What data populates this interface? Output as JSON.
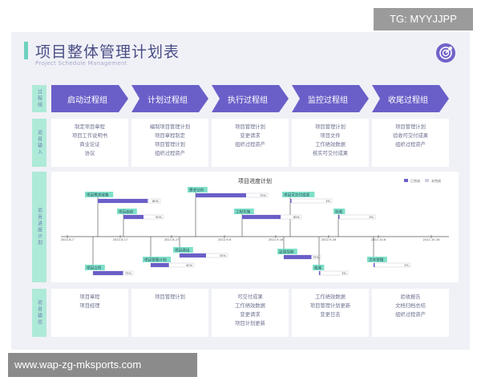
{
  "title": "项目整体管理计划表",
  "subtitle": "Project Schedule Management",
  "overlay_tag": "TG: MYYJJPP",
  "overlay_url": "www.wap-zg-mksports.com",
  "row_labels": [
    "过程组",
    "项目输入",
    "项目进度计划",
    "项目输出"
  ],
  "phases": [
    "启动过程组",
    "计划过程组",
    "执行过程组",
    "监控过程组",
    "收尾过程组"
  ],
  "inputs": [
    [
      "制定项目章程",
      "项目工作说明书",
      "商业论证",
      "协议"
    ],
    [
      "编制项目管理计划",
      "项目章程制定",
      "项目管理计划",
      "组织过程资产"
    ],
    [
      "项目管理计划",
      "变更请求",
      "组织过程资产"
    ],
    [
      "项目管理计划",
      "项目文件",
      "工作绩效数据",
      "核实可交付成果"
    ],
    [
      "项目管理计划",
      "验收可交付成果",
      "组织过程资产"
    ]
  ],
  "outputs": [
    [
      "项目章程",
      "项目经理"
    ],
    [
      "项目管理计划"
    ],
    [
      "可交付成果",
      "工作绩效数据",
      "变更请求",
      "项目计划更新"
    ],
    [
      "工作绩效数据",
      "项目管理计划更新",
      "变更日志"
    ],
    [
      "验收报告",
      "文档归档总结",
      "组织过程资产"
    ]
  ],
  "chart_data": {
    "type": "gantt",
    "title": "项目进度计划",
    "legend": [
      "已完成",
      "未完成"
    ],
    "dates": [
      "2022-8-7",
      "2022-8-17",
      "2022-8-27",
      "2022-9-6",
      "2022-9-16",
      "2022-9-26",
      "2022-10-6",
      "2022-10-16"
    ],
    "tasks": [
      {
        "name": "项目需求收集",
        "percent": "80%"
      },
      {
        "name": "项目启动",
        "percent": "50%"
      },
      {
        "name": "需求分析",
        "percent": "70%"
      },
      {
        "name": "项目可交付成果",
        "percent": "3%"
      },
      {
        "name": "工程实施",
        "percent": "65%"
      },
      {
        "name": "验收",
        "percent": "3%"
      },
      {
        "name": "项目立项",
        "percent": "75%"
      },
      {
        "name": "项目管理计划",
        "percent": "42%"
      },
      {
        "name": "项目建设",
        "percent": "55%"
      },
      {
        "name": "监督控制",
        "percent": "75%"
      },
      {
        "name": "收尾",
        "percent": "3%"
      },
      {
        "name": "文件管理",
        "percent": "3%"
      }
    ]
  },
  "colors": {
    "accent": "#6a5fc8",
    "mint": "#aeead8",
    "title": "#4a4e85"
  }
}
